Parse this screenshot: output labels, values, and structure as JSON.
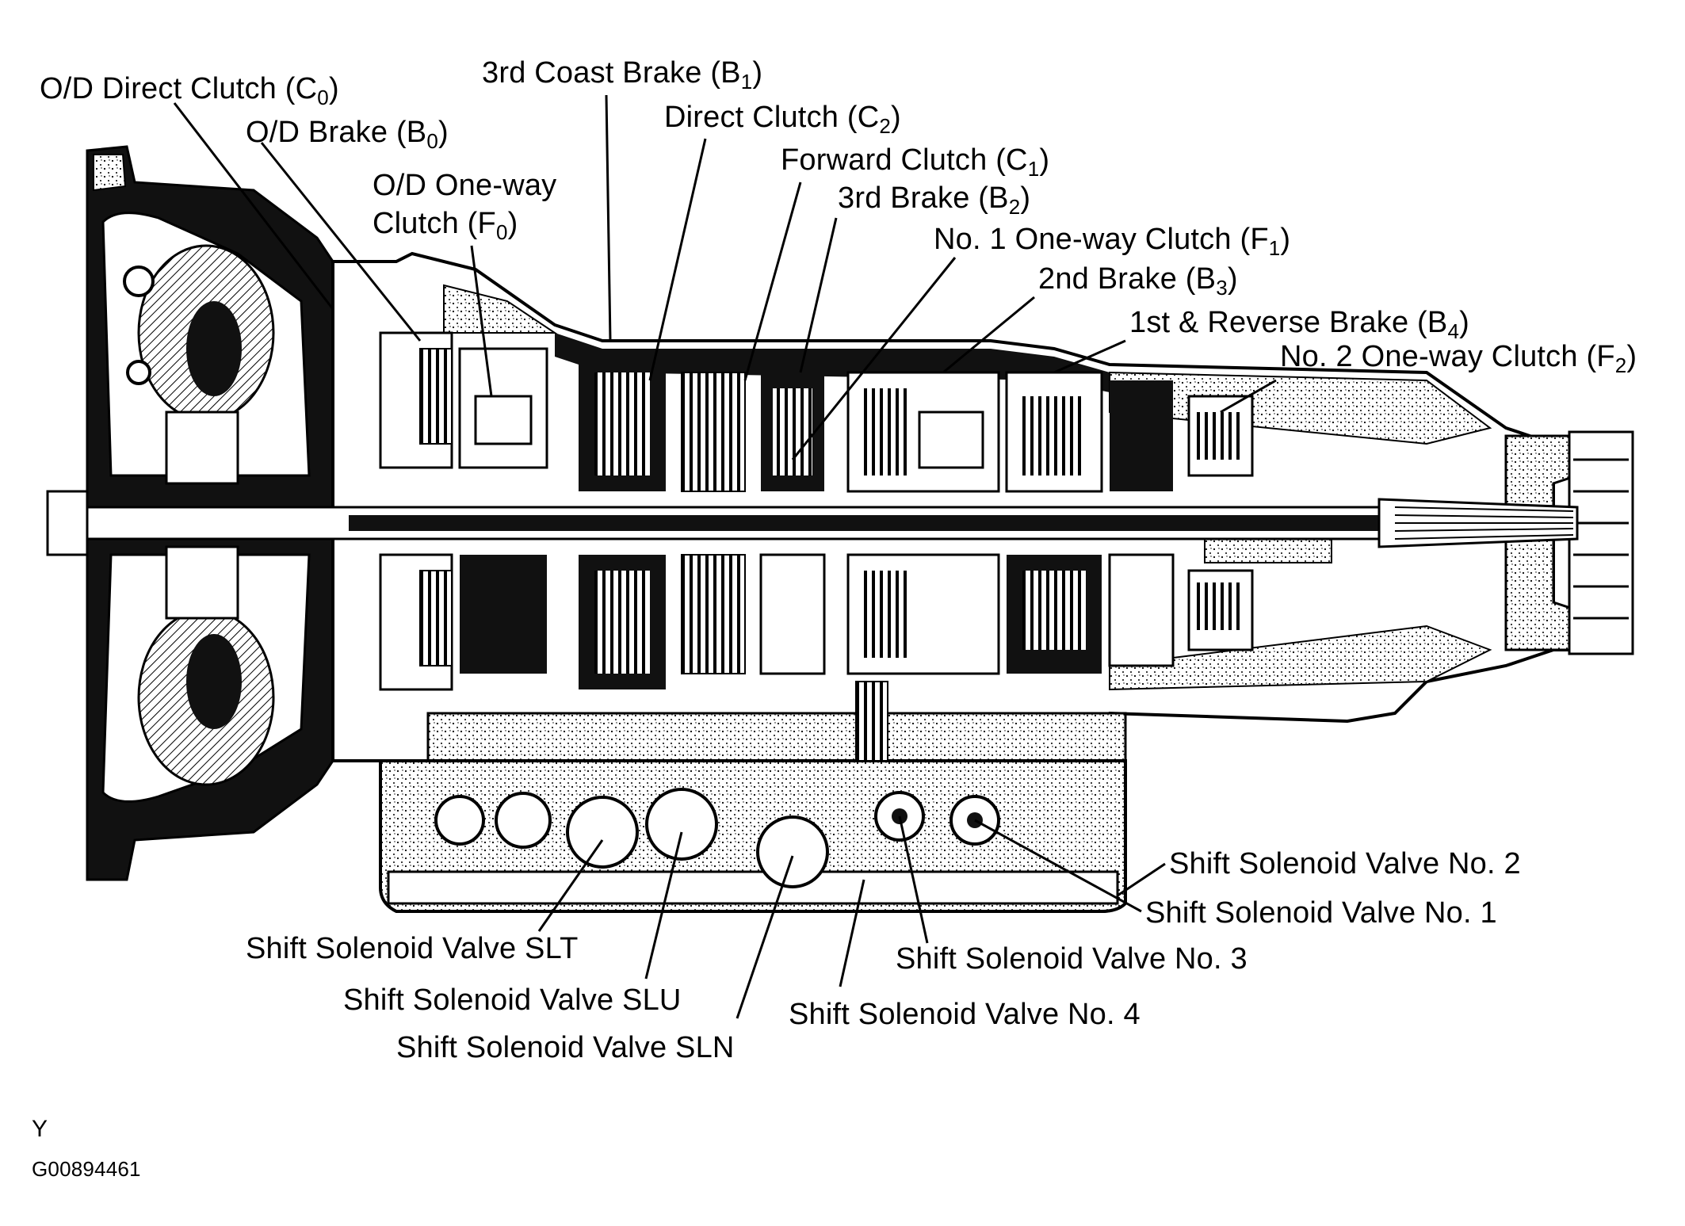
{
  "labels": {
    "od_direct_clutch": {
      "text": "O/D Direct Clutch (C",
      "sub": "0",
      "tail": ")"
    },
    "od_brake": {
      "text": "O/D Brake (B",
      "sub": "0",
      "tail": ")"
    },
    "od_oneway_line1": "O/D One-way",
    "od_oneway_line2": {
      "text": "Clutch (F",
      "sub": "0",
      "tail": ")"
    },
    "third_coast_brake": {
      "text": "3rd Coast Brake (B",
      "sub": "1",
      "tail": ")"
    },
    "direct_clutch": {
      "text": "Direct Clutch (C",
      "sub": "2",
      "tail": ")"
    },
    "forward_clutch": {
      "text": "Forward Clutch (C",
      "sub": "1",
      "tail": ")"
    },
    "third_brake": {
      "text": "3rd Brake (B",
      "sub": "2",
      "tail": ")"
    },
    "no1_oneway_clutch": {
      "text": "No. 1 One-way Clutch (F",
      "sub": "1",
      "tail": ")"
    },
    "second_brake": {
      "text": "2nd Brake (B",
      "sub": "3",
      "tail": ")"
    },
    "first_reverse_brake": {
      "text": "1st & Reverse Brake (B",
      "sub": "4",
      "tail": ")"
    },
    "no2_oneway_clutch": {
      "text": "No. 2 One-way Clutch (F",
      "sub": "2",
      "tail": ")"
    },
    "ssv_no2": "Shift Solenoid Valve No. 2",
    "ssv_no1": "Shift Solenoid Valve No. 1",
    "ssv_no3": "Shift Solenoid Valve No. 3",
    "ssv_no4": "Shift Solenoid Valve No. 4",
    "ssv_slt": "Shift Solenoid Valve SLT",
    "ssv_slu": "Shift Solenoid Valve SLU",
    "ssv_sln": "Shift Solenoid Valve SLN"
  },
  "footer": {
    "mark": "Y",
    "figure_id": "G00894461"
  }
}
